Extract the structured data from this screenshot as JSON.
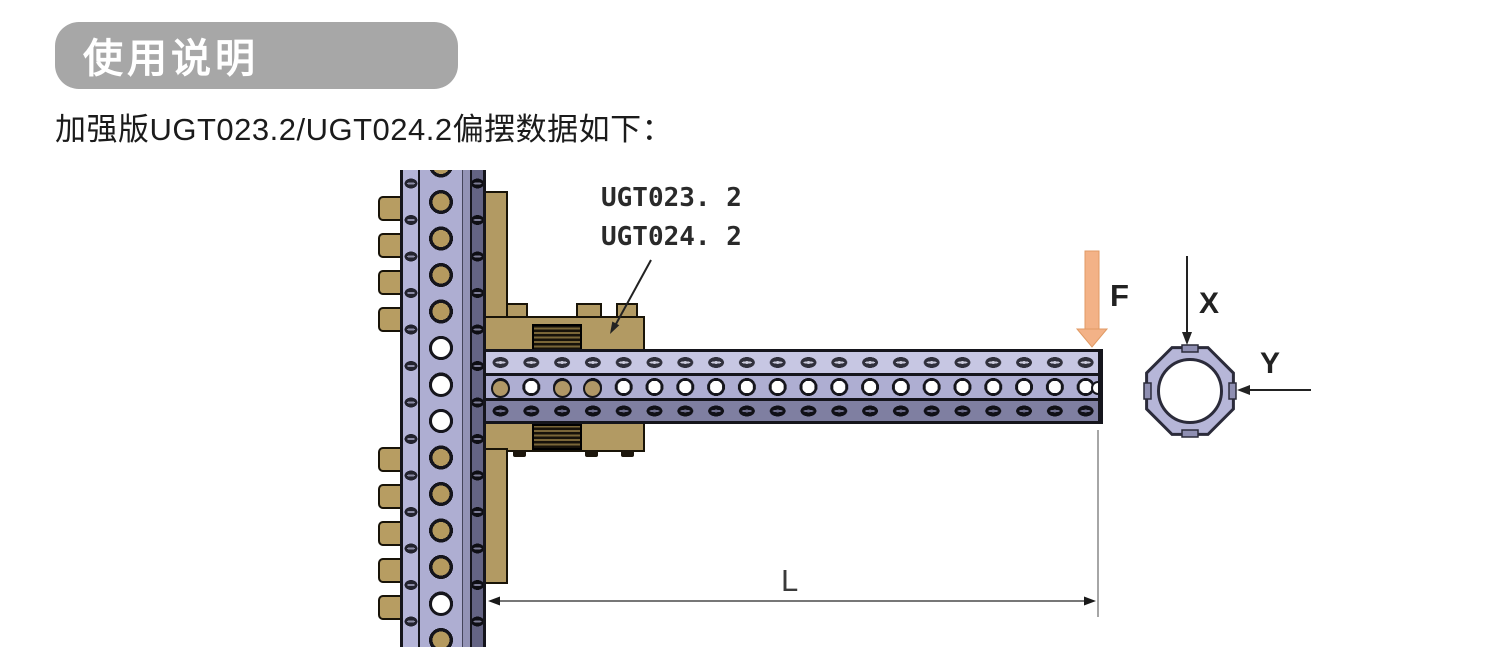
{
  "header": {
    "badge_label": "使用说明"
  },
  "intro": {
    "text": "加强版UGT023.2/UGT024.2偏摆数据如下："
  },
  "diagram": {
    "part_label_1": "UGT023. 2",
    "part_label_2": "UGT024. 2",
    "force_label": "F",
    "axis_x": "X",
    "axis_y": "Y",
    "length_label": "L",
    "colors": {
      "badge_gray": "#a7a7a7",
      "beam_light": "#c7c7e3",
      "beam_mid": "#aeaed2",
      "beam_dark": "#7f7fa1",
      "bracket_tan": "#b29a63",
      "force_arrow_orange": "#f3b287",
      "outline_black": "#15151c"
    }
  }
}
